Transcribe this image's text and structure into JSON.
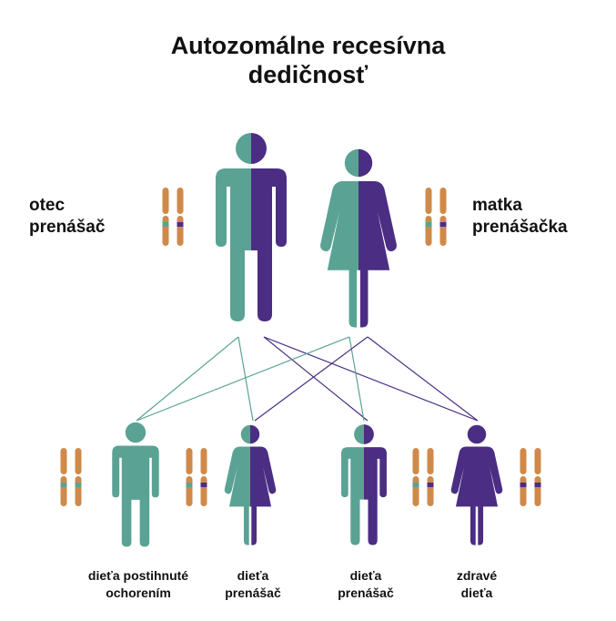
{
  "title": {
    "line1": "Autozomálne recesívna",
    "line2": "dedičnosť"
  },
  "colors": {
    "green": "#5aa394",
    "purple": "#4b2e83",
    "orange": "#cf8a4a"
  },
  "parents": {
    "father": {
      "line1": "otec",
      "line2": "prenášač"
    },
    "mother": {
      "line1": "matka",
      "line2": "prenášačka"
    }
  },
  "children": [
    {
      "line1": "dieťa postihnuté",
      "line2": "ochorením"
    },
    {
      "line1": "dieťa",
      "line2": "prenášač"
    },
    {
      "line1": "dieťa",
      "line2": "prenášač"
    },
    {
      "line1": "zdravé",
      "line2": "dieťa"
    }
  ]
}
